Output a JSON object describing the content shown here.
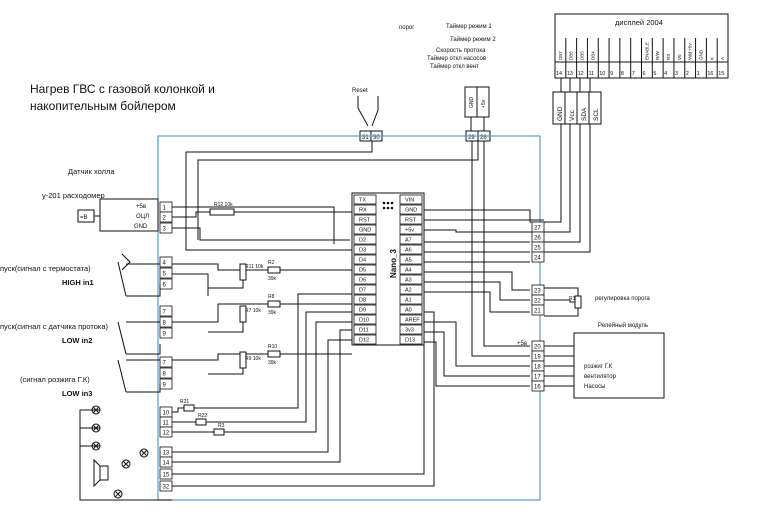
{
  "title": {
    "line1": "Нагрев ГВС с газовой колонкой и",
    "line2": "накопительным бойлером"
  },
  "top_labels": {
    "porog": "порог",
    "timer1": "Таймер режим 1",
    "timer2": "Таймер режим 2",
    "speed": "Скорость протока",
    "timer_pumps": "Таймер откл насосов",
    "timer_vent": "Таймер откл вент"
  },
  "display": {
    "title": "дисплей 2004",
    "pins": [
      "DB7",
      "DB6",
      "DB5",
      "DB4",
      "",
      "",
      "",
      "",
      "ENABLE",
      "R/W",
      "RS",
      "V0",
      "Vdd +5v",
      "GND",
      "K",
      "A"
    ],
    "nums": [
      "14",
      "13",
      "12",
      "11",
      "10",
      "9",
      "8",
      "7",
      "6",
      "5",
      "4",
      "3",
      "2",
      "1",
      "16",
      "15"
    ],
    "bus": [
      "GND",
      "Vcc",
      "SDA",
      "SCL"
    ]
  },
  "reset": {
    "label": "Reset",
    "pins": [
      "31",
      "30"
    ]
  },
  "power_pins": {
    "pins": [
      "29",
      "28"
    ],
    "labels": [
      "GND",
      "+5v"
    ]
  },
  "sensors": {
    "hall": "Датчик холла",
    "flow": "y-201 расходомер",
    "flow_pins": [
      "+5в",
      "ОЦЛ",
      "GND"
    ],
    "thermo": "пуск(сигнал с термостата)",
    "thermo_in": "HIGH in1",
    "flowsig": "пуск(сигнал с датчика протока)",
    "flowsig_in": "LOW in2",
    "ign": "(сигнал розжига Г.К)",
    "ign_in": "LOW in3",
    "hb": "=В"
  },
  "left_pins": [
    "1",
    "2",
    "3",
    "4",
    "5",
    "6",
    "7",
    "8",
    "9",
    "7",
    "8",
    "9",
    "10",
    "11",
    "12",
    "13",
    "14",
    "15",
    "32"
  ],
  "resistors": {
    "r12": "R12 10k",
    "r2": "R2",
    "r11": "R11 10k",
    "r3": "39k",
    "r8": "R8",
    "r7": "R7 10k",
    "r9": "39k",
    "r10": "R10",
    "r9b": "R9 10k",
    "r11b": "39k",
    "r21": "R21",
    "r22": "R22",
    "r23": "R3"
  },
  "nano": {
    "label": "Nano_3",
    "left": [
      "TX",
      "RX",
      "RST",
      "GND",
      "D2",
      "D3",
      "D4",
      "D5",
      "D6",
      "D7",
      "D8",
      "D9",
      "D10",
      "D11",
      "D12"
    ],
    "right": [
      "VIN",
      "GND",
      "RST",
      "+5v",
      "A7",
      "A6",
      "A5",
      "A4",
      "A3",
      "A2",
      "A1",
      "A0",
      "AREF",
      "3v3",
      "D13"
    ]
  },
  "right_pins": {
    "bus": [
      "27",
      "26",
      "25",
      "24"
    ],
    "pot": [
      "23",
      "22",
      "21"
    ],
    "relay": [
      "20",
      "19",
      "18",
      "17",
      "16"
    ]
  },
  "porog_reg": "регулировка порога",
  "pot_label": "R1",
  "relay_module": {
    "title": "Релейный модуль",
    "plus5": "+5в",
    "items": [
      "розжиг Г.К",
      "вентилятор",
      "Насосы"
    ]
  }
}
